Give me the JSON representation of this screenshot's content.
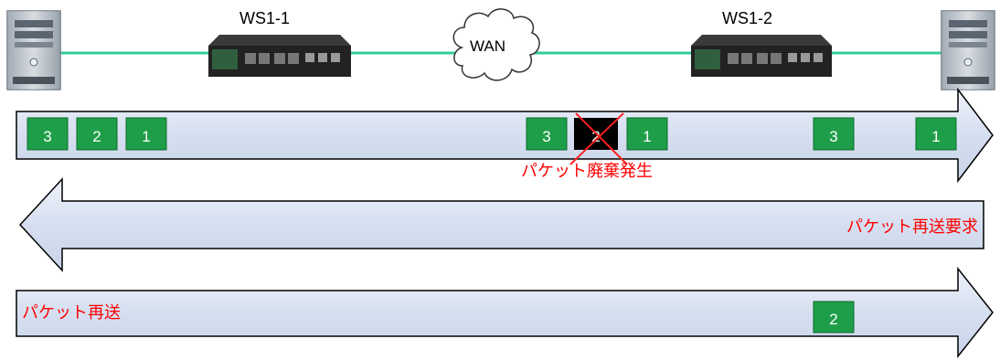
{
  "devices": {
    "left_server": "server-icon",
    "right_server": "server-icon",
    "switch1": {
      "label": "WS1-1"
    },
    "switch2": {
      "label": "WS1-2"
    },
    "wan": {
      "label": "WAN"
    }
  },
  "arrows": {
    "send": {
      "packets_before": [
        "3",
        "2",
        "1"
      ],
      "packets_mid": {
        "left": "3",
        "dropped": "2",
        "right": "1"
      },
      "packets_after": [
        "3",
        "1"
      ],
      "drop_label": "パケット廃棄発生"
    },
    "request": {
      "label": "パケット再送要求"
    },
    "resend": {
      "label": "パケット再送",
      "packet": "2"
    }
  },
  "colors": {
    "link": "#33cc99",
    "arrow_fill": "#dbe3f2",
    "packet": "#1e9e48",
    "drop_mark": "#ff2020",
    "alert_text": "#ff0000"
  }
}
